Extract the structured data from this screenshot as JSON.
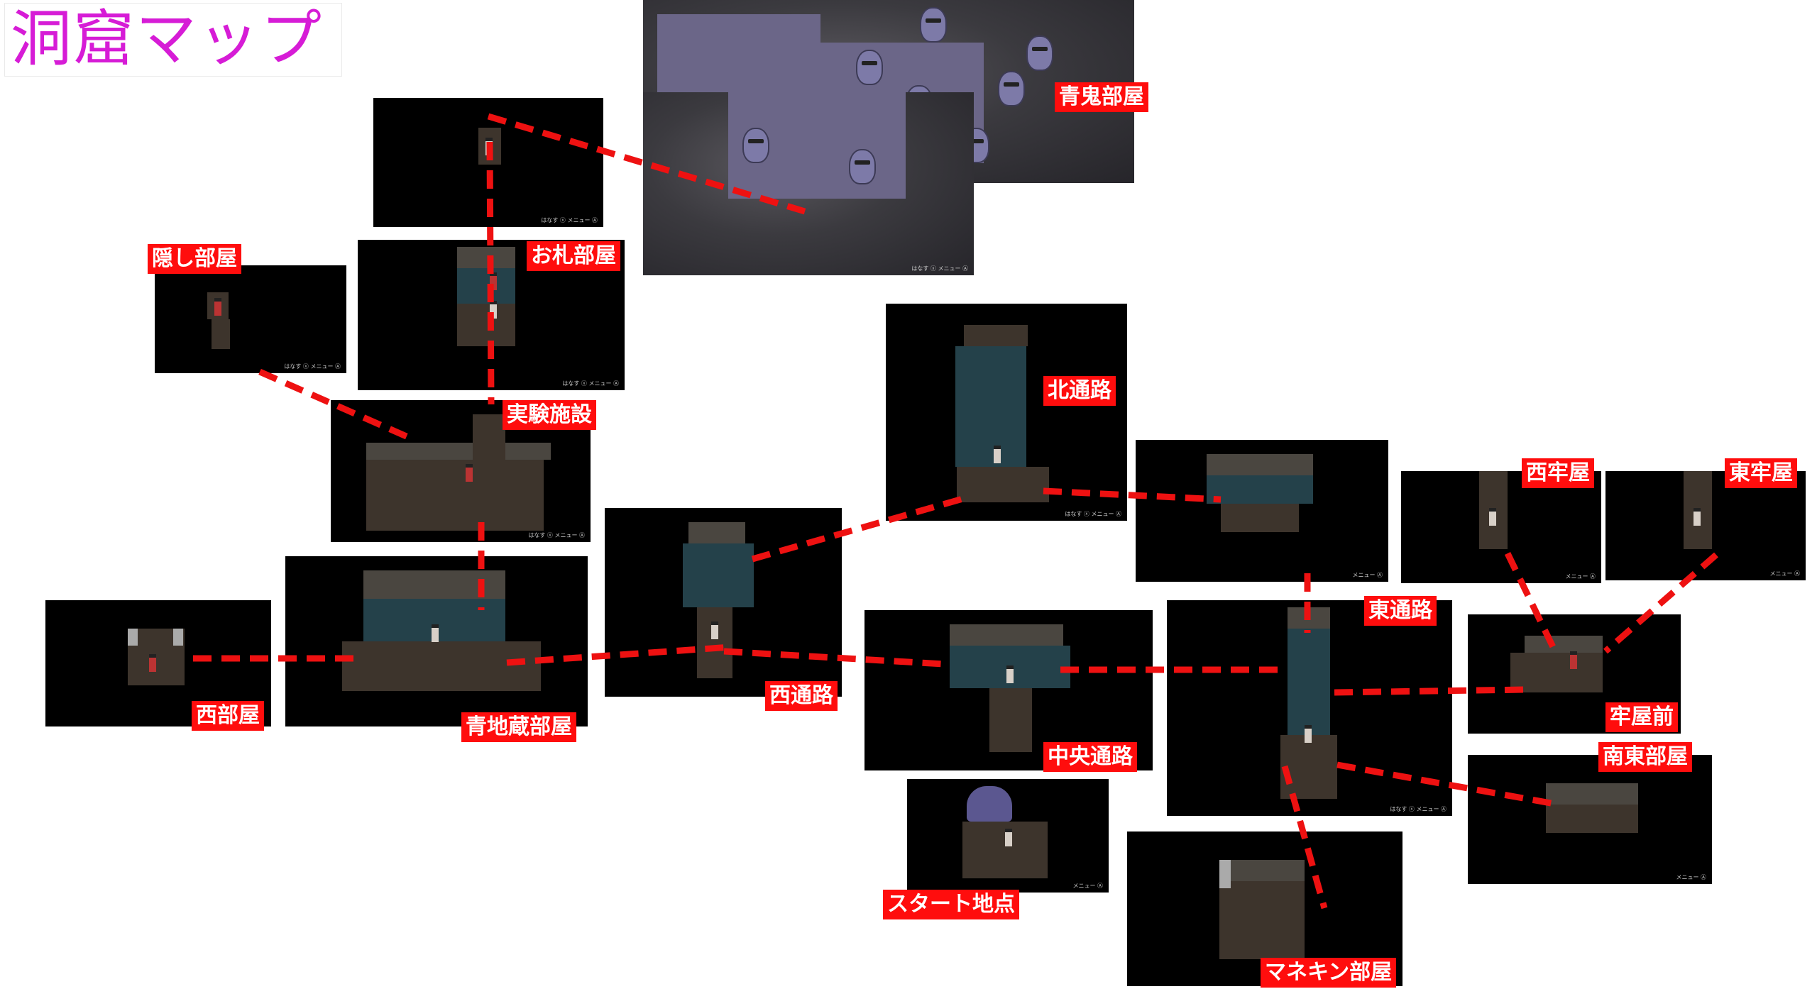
{
  "title": "洞窟マップ",
  "hud": {
    "release": "はなす",
    "menu": "メニュー"
  },
  "labels": {
    "aooni_room": "青鬼部屋",
    "ofuda_room": "お札部屋",
    "hidden_room": "隠し部屋",
    "lab": "実験施設",
    "north_passage": "北通路",
    "west_cell": "西牢屋",
    "east_cell": "東牢屋",
    "east_passage": "東通路",
    "west_room": "西部屋",
    "blue_jizo_room": "青地蔵部屋",
    "west_passage": "西通路",
    "central_passage": "中央通路",
    "cell_front": "牢屋前",
    "southeast_room": "南東部屋",
    "start_point": "スタート地点",
    "mannequin_room": "マネキン部屋"
  },
  "colors": {
    "title": "#d61cd6",
    "label_bg": "#ff0d0d",
    "connector": "#ee1111",
    "room_bg": "#000000"
  }
}
